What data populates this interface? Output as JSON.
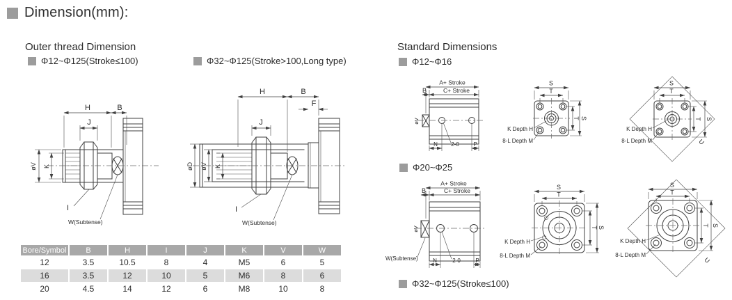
{
  "page": {
    "title": "Dimension(mm):"
  },
  "colors": {
    "accent_square": "#9c9c9c",
    "table_header_bg": "#a8a8a8",
    "table_alt_row_bg": "#dcdcdc",
    "drawing_line": "#3f3f3f",
    "text": "#2b2b2b"
  },
  "outer_thread": {
    "heading": "Outer thread Dimension",
    "fig_short_label": "Φ12~Φ125(Stroke≤100)",
    "fig_long_label": "Φ32~Φ125(Stroke>100,Long type)"
  },
  "standard": {
    "heading": "Standard Dimensions",
    "group1_label": "Φ12~Φ16",
    "group2_label": "Φ20~Φ25",
    "group3_label": "Φ32~Φ125(Stroke≤100)"
  },
  "sym": {
    "H": "H",
    "B": "B",
    "J": "J",
    "K": "K",
    "I": "I",
    "F": "F",
    "N": "N",
    "P": "P",
    "S": "S",
    "T": "T",
    "U": "U",
    "dia_v": "øV",
    "dia_d": "øD",
    "w_subtense": "W(Subtense)",
    "a_stroke": "A+ Stroke",
    "c_stroke": "C+ Stroke",
    "ports": "2-0",
    "k_depth": "K Depth H",
    "l_depth": "8-L Depth M"
  },
  "table": {
    "headers": [
      "Bore/Symbol",
      "B",
      "H",
      "I",
      "J",
      "K",
      "V",
      "W"
    ],
    "rows": [
      [
        "12",
        "3.5",
        "10.5",
        "8",
        "4",
        "M5",
        "6",
        "5"
      ],
      [
        "16",
        "3.5",
        "12",
        "10",
        "5",
        "M6",
        "8",
        "6"
      ],
      [
        "20",
        "4.5",
        "14",
        "12",
        "6",
        "M8",
        "10",
        "8"
      ]
    ]
  }
}
